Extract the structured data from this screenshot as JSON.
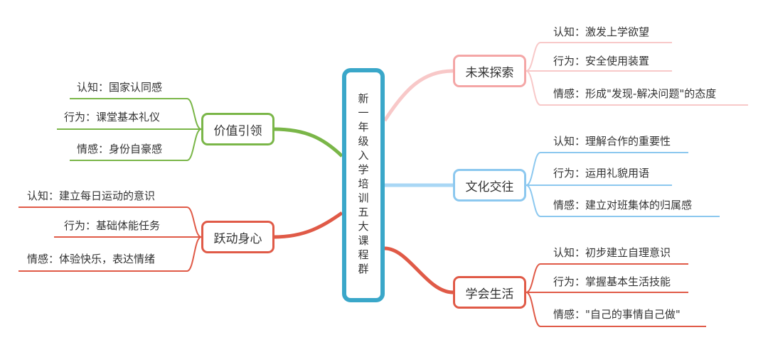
{
  "center": {
    "title": "新一年级入学培训五大课程群",
    "color": "#3aa7c9"
  },
  "branches": {
    "jiazhi": {
      "label": "价值引领",
      "color": "#7ab648",
      "leaves": [
        "认知：国家认同感",
        "行为：课堂基本礼仪",
        "情感：身份自豪感"
      ]
    },
    "yuedong": {
      "label": "跃动身心",
      "color": "#e05a47",
      "leaves": [
        "认知：建立每日运动的意识",
        "行为：基础体能任务",
        "情感：体验快乐，表达情绪"
      ]
    },
    "weilai": {
      "label": "未来探索",
      "color": "#f4a6a6",
      "leaves": [
        "认知：激发上学欲望",
        "行为：安全使用装置",
        "情感：形成\"发现-解决问题\"的态度"
      ]
    },
    "wenhua": {
      "label": "文化交往",
      "color": "#8cc8ef",
      "leaves": [
        "认知：理解合作的重要性",
        "行为：运用礼貌用语",
        "情感：建立对班集体的归属感"
      ]
    },
    "xuehui": {
      "label": "学会生活",
      "color": "#e05a47",
      "leaves": [
        "认知：初步建立自理意识",
        "行为：掌握基本生活技能",
        "情感：\"自己的事情自己做\""
      ]
    }
  }
}
